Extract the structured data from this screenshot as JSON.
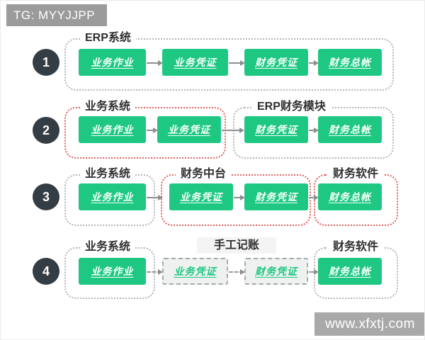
{
  "badge": {
    "text": "TG: MYYJJPP"
  },
  "watermark": {
    "text": "www.xfxtj.com"
  },
  "colors": {
    "node_green": "#1ec882",
    "group_border_gray": "#b5b5b5",
    "group_border_red": "#e06060",
    "circle_bg": "#343c44",
    "badge_bg": "#9b9b9b",
    "watermark_bg": "#a9a9a9"
  },
  "rows": [
    {
      "number": "1",
      "groups": [
        {
          "label": "ERP系统"
        }
      ],
      "nodes": [
        {
          "label": "业务作业"
        },
        {
          "label": "业务凭证"
        },
        {
          "label": "财务凭证"
        },
        {
          "label": "财务总帐"
        }
      ]
    },
    {
      "number": "2",
      "groups": [
        {
          "label": "业务系统"
        },
        {
          "label": "ERP财务模块"
        }
      ],
      "nodes": [
        {
          "label": "业务作业"
        },
        {
          "label": "业务凭证"
        },
        {
          "label": "财务凭证"
        },
        {
          "label": "财务总帐"
        }
      ]
    },
    {
      "number": "3",
      "groups": [
        {
          "label": "业务系统"
        },
        {
          "label": "财务中台"
        },
        {
          "label": "财务软件"
        }
      ],
      "nodes": [
        {
          "label": "业务作业"
        },
        {
          "label": "业务凭证"
        },
        {
          "label": "财务凭证"
        },
        {
          "label": "财务总帐"
        }
      ]
    },
    {
      "number": "4",
      "groups": [
        {
          "label": "业务系统"
        },
        {
          "label": "手工记账"
        },
        {
          "label": "财务软件"
        }
      ],
      "nodes": [
        {
          "label": "业务作业"
        },
        {
          "label": "业务凭证"
        },
        {
          "label": "财务凭证"
        },
        {
          "label": "财务总帐"
        }
      ]
    }
  ]
}
